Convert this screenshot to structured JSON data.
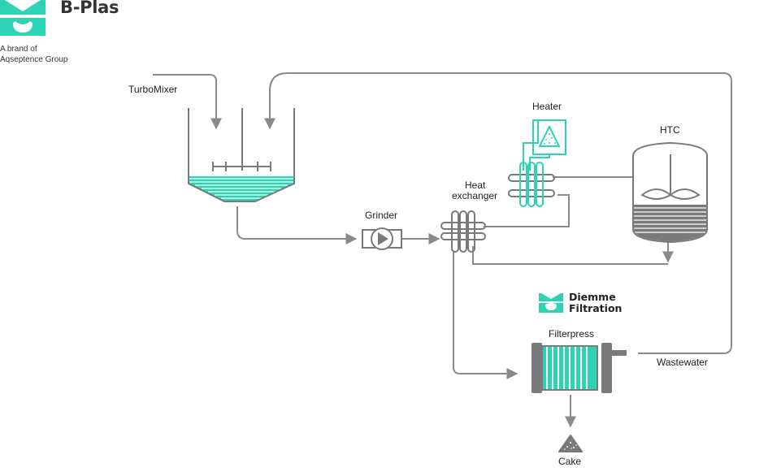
{
  "brand": {
    "name": "B-Plas",
    "subtitle_line1": "A brand of",
    "subtitle_line2": "Aqseptence Group"
  },
  "diemme": {
    "line1": "Diemme",
    "line2": "Filtration"
  },
  "labels": {
    "turbomixer": "TurboMixer",
    "grinder": "Grinder",
    "heat_exchanger_line1": "Heat",
    "heat_exchanger_line2": "exchanger",
    "heater": "Heater",
    "htc": "HTC",
    "filterpress": "Filterpress",
    "wastewater": "Wastewater",
    "cake": "Cake"
  },
  "colors": {
    "accent": "#2dd4b4",
    "line": "#8a8a8a",
    "equipment": "#7a7a7a"
  }
}
